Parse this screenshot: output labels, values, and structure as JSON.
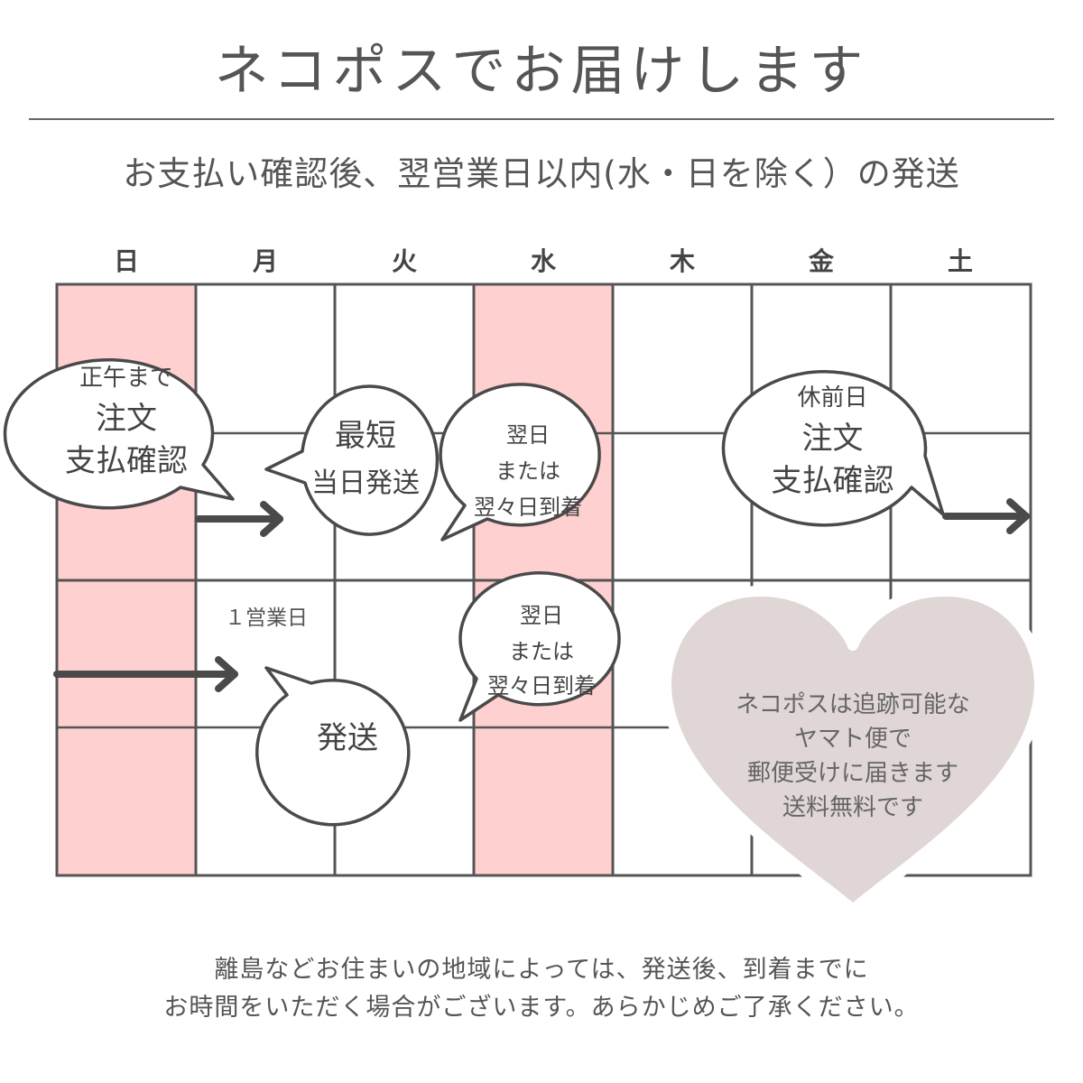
{
  "header": {
    "title": "ネコポスでお届けします",
    "subtitle": "お支払い確認後、翌営業日以内(水・日を除く）の発送"
  },
  "calendar": {
    "days": [
      "日",
      "月",
      "火",
      "水",
      "木",
      "金",
      "土"
    ]
  },
  "bubbles": {
    "noon": [
      "正午まで",
      "注文",
      "支払確認"
    ],
    "shortest": [
      "最短",
      "当日発送"
    ],
    "nextday1": [
      "翌日",
      "または",
      "翌々日到着"
    ],
    "holiday": [
      "休前日",
      "注文",
      "支払確認"
    ],
    "business_day": "１営業日",
    "ship": "発送",
    "nextday2": [
      "翌日",
      "または",
      "翌々日到着"
    ]
  },
  "heart": {
    "lines": [
      "ネコポスは追跡可能な",
      "ヤマト便で",
      "郵便受けに届きます",
      "送料無料です"
    ]
  },
  "footer": {
    "line1": "離島などお住まいの地域によっては、発送後、到着までに",
    "line2": "お時間をいただく場合がございます。あらかじめご了承ください。"
  },
  "colors": {
    "highlight": "#ffd0d0",
    "grid": "#555555",
    "heart": "#e0d6d6",
    "arrow": "#4a4a4a"
  }
}
